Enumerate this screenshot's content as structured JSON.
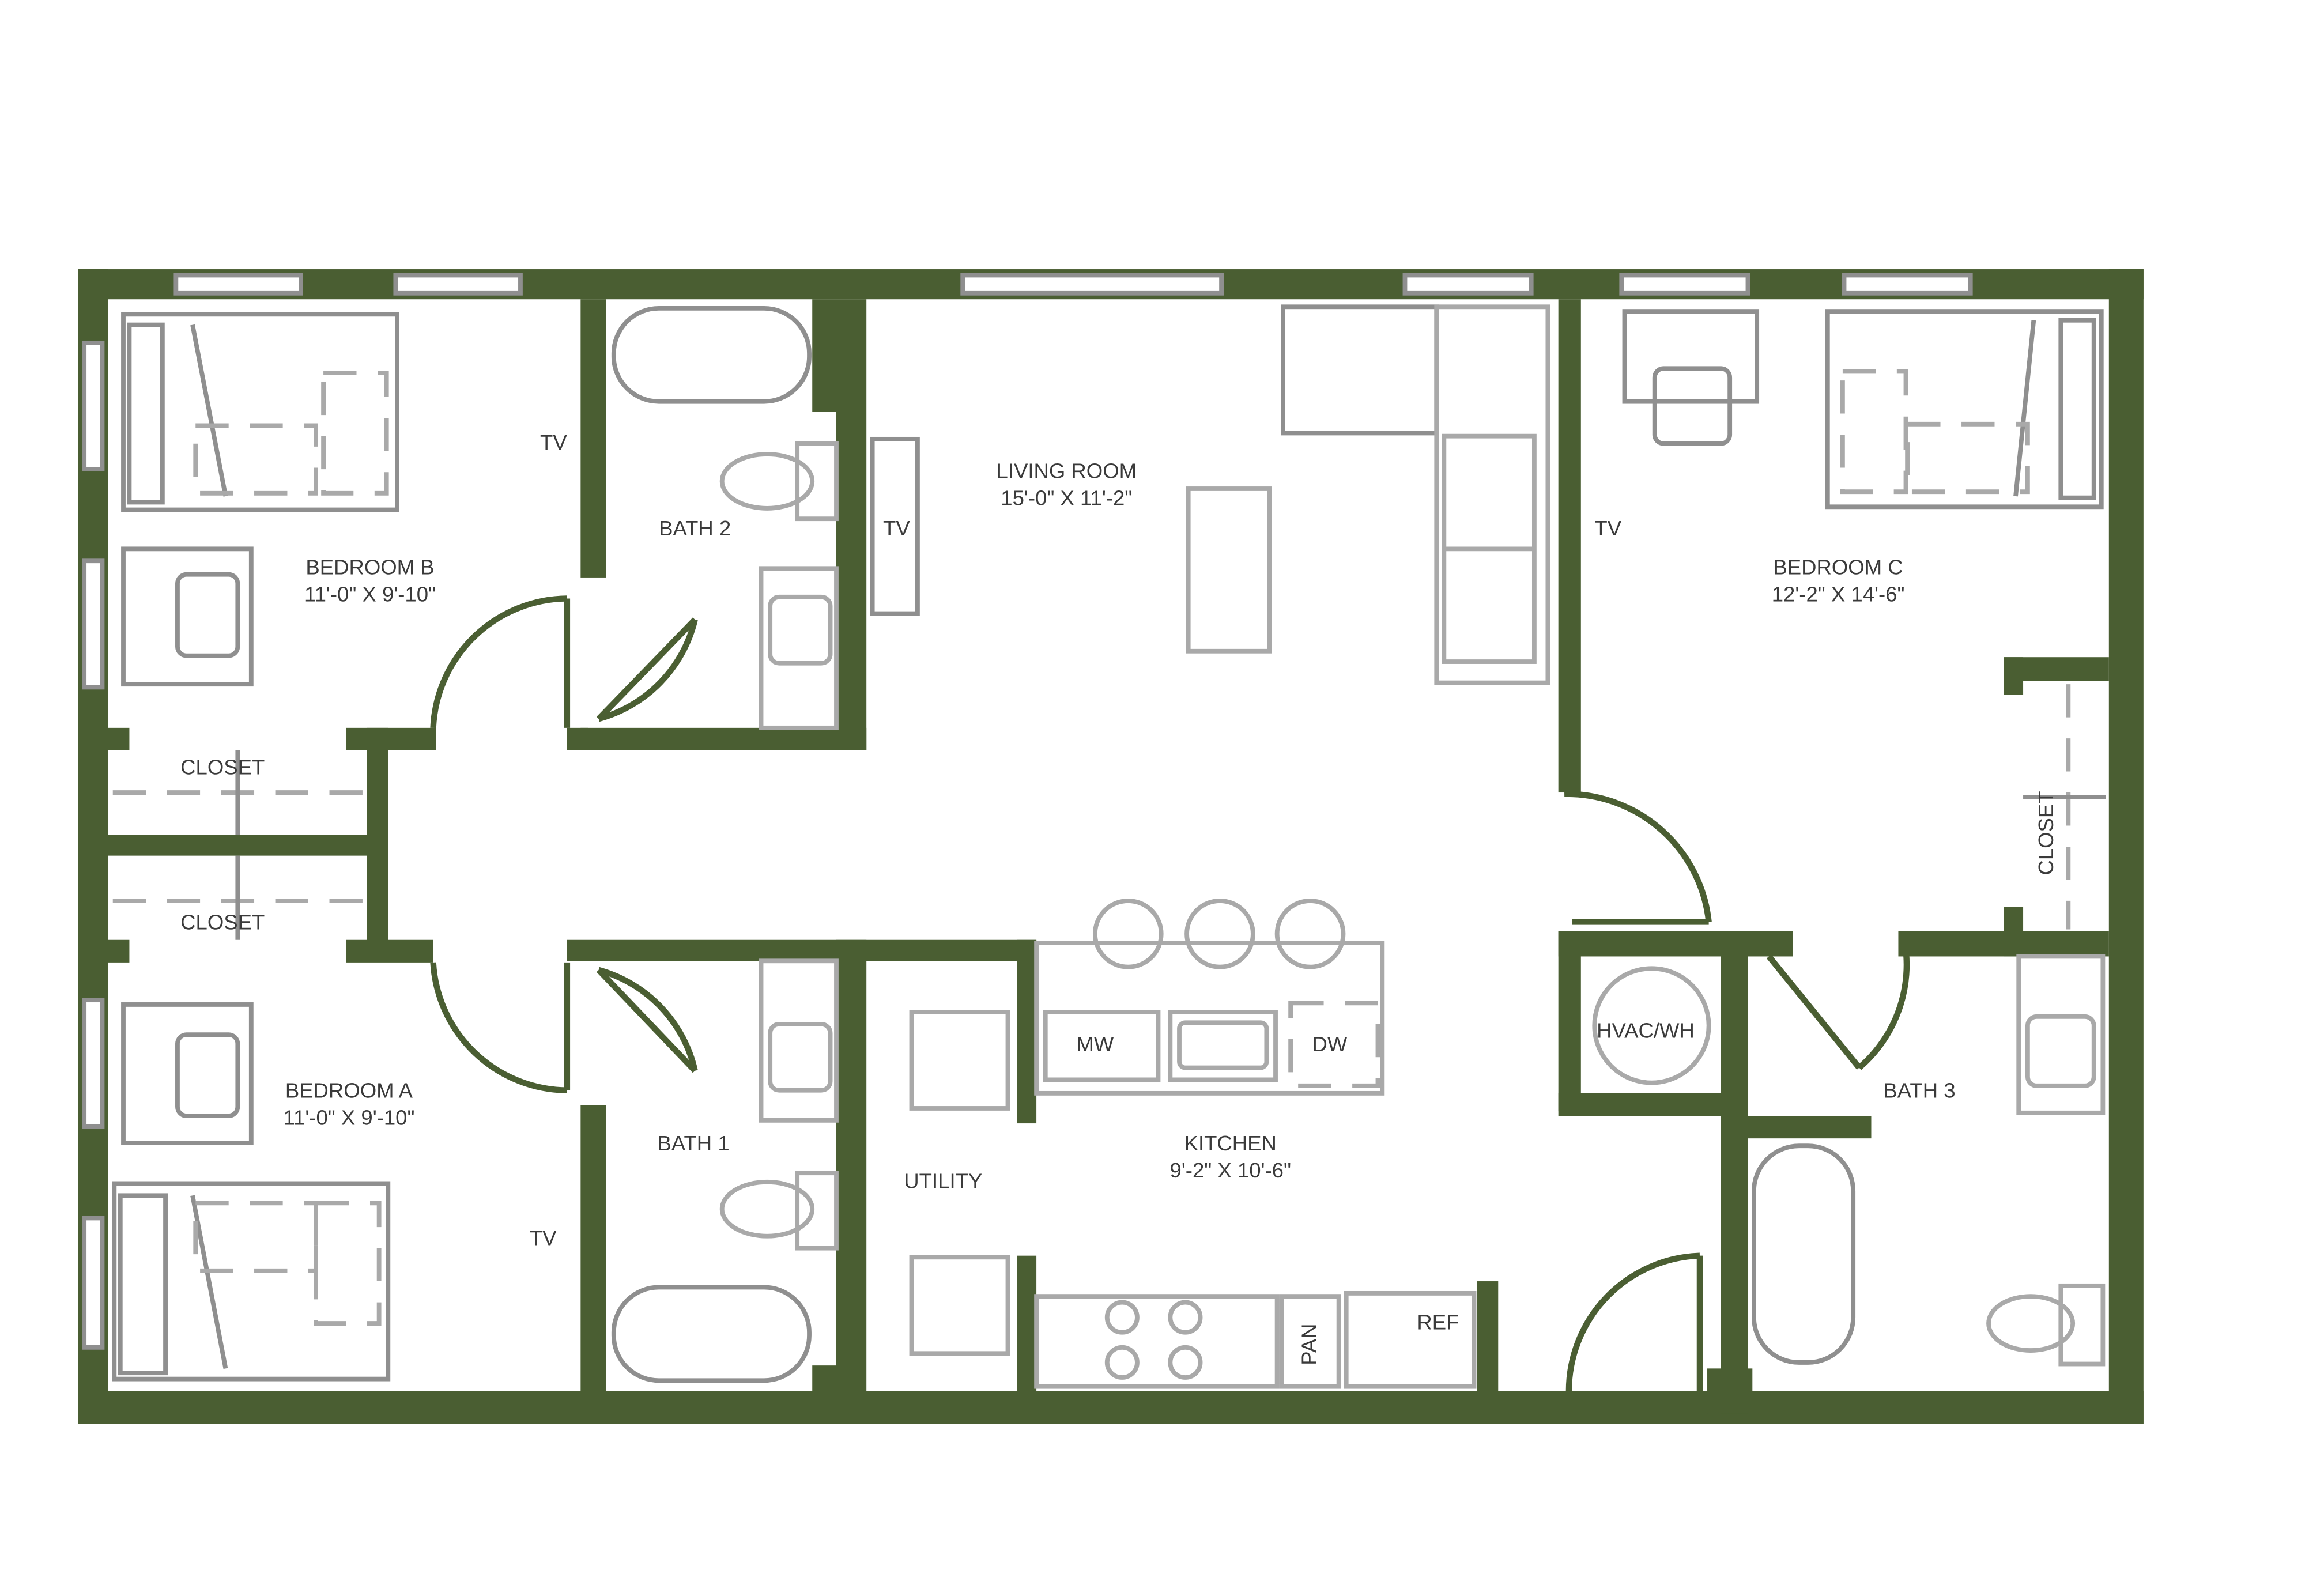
{
  "rooms": {
    "bedroom_b": {
      "name": "BEDROOM B",
      "size": "11'-0\" X 9'-10\""
    },
    "bedroom_a": {
      "name": "BEDROOM A",
      "size": "11'-0\" X 9'-10\""
    },
    "bedroom_c": {
      "name": "BEDROOM C",
      "size": "12'-2\" X 14'-6\""
    },
    "living_room": {
      "name": "LIVING ROOM",
      "size": "15'-0\" X 11'-2\""
    },
    "kitchen": {
      "name": "KITCHEN",
      "size": "9'-2\" X 10'-6\""
    },
    "bath_1": "BATH 1",
    "bath_2": "BATH 2",
    "bath_3": "BATH 3",
    "closet": "CLOSET",
    "utility": "UTILITY",
    "hvac": "HVAC/WH"
  },
  "fixtures": {
    "tv": "TV",
    "microwave": "MW",
    "dishwasher": "DW",
    "pantry": "PAN",
    "refrigerator": "REF"
  },
  "colors": {
    "wall": "#4a5e32",
    "fixture": "#a9a9a9"
  }
}
